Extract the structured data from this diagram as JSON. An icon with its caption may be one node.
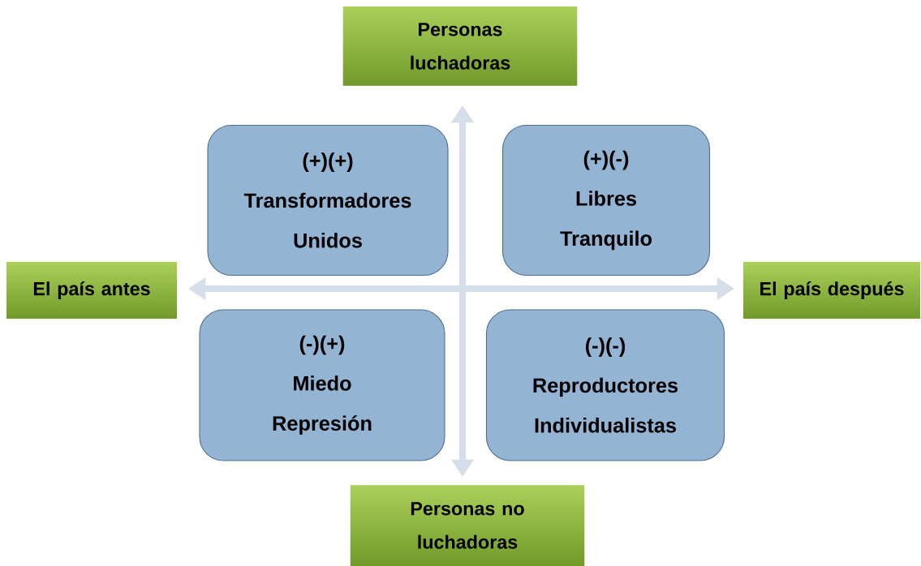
{
  "diagram": {
    "nodes": [
      {
        "text": [
          "Personas luchadoras"
        ]
      },
      {
        "text": [
          "(+)(+)",
          "Transformadores",
          "Unidos"
        ]
      },
      {
        "text": [
          "(+)(-)",
          "Libres",
          "Tranquilo"
        ]
      },
      {
        "text": [
          "El país antes"
        ]
      },
      {
        "text": [
          "El país después"
        ]
      },
      {
        "text": [
          "(-)(+)",
          "Miedo",
          "Represión"
        ]
      },
      {
        "text": [
          "(-)(-)",
          "Reproductores",
          "Individualistas"
        ]
      },
      {
        "text": [
          "Personas no luchadoras"
        ]
      }
    ]
  }
}
